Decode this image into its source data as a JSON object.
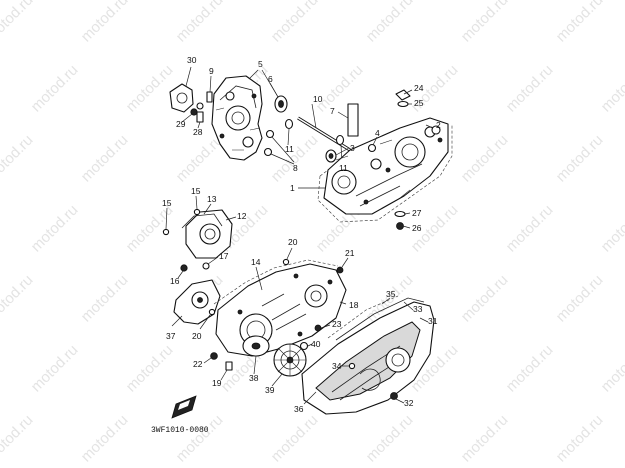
{
  "watermark": {
    "text": "motod.ru"
  },
  "diagram_code": "3WF1010-0080",
  "labels": {
    "p1": "1",
    "p2": "2",
    "p3": "3",
    "p4": "4",
    "p5": "5",
    "p6": "6",
    "p7": "7",
    "p8": "8",
    "p9": "9",
    "p10": "10",
    "p11a": "11",
    "p11b": "11",
    "p12": "12",
    "p13": "13",
    "p14": "14",
    "p15a": "15",
    "p15b": "15",
    "p16": "16",
    "p17": "17",
    "p18": "18",
    "p19": "19",
    "p20a": "20",
    "p20b": "20",
    "p21": "21",
    "p22": "22",
    "p23": "23",
    "p24": "24",
    "p25": "25",
    "p26": "26",
    "p27": "27",
    "p28": "28",
    "p29": "29",
    "p30": "30",
    "p31": "31",
    "p32": "32",
    "p33": "33",
    "p34": "34",
    "p35": "35",
    "p36": "36",
    "p37": "37",
    "p38": "38",
    "p39": "39",
    "p40": "40"
  },
  "colors": {
    "line": "#111111",
    "watermark": "#e4e4e4",
    "background": "#ffffff"
  }
}
